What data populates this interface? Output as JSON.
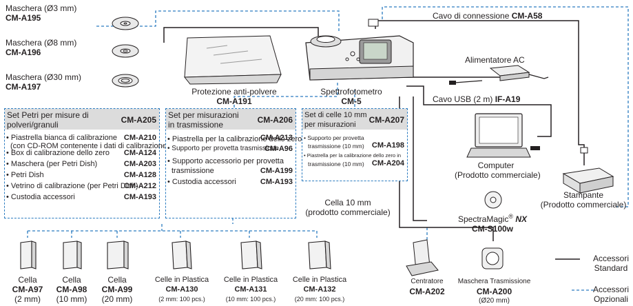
{
  "masks": [
    {
      "name": "Maschera (Ø3 mm)",
      "code": "CM-A195"
    },
    {
      "name": "Maschera (Ø8 mm)",
      "code": "CM-A196"
    },
    {
      "name": "Maschera (Ø30 mm)",
      "code": "CM-A197"
    }
  ],
  "dust_cover": {
    "name": "Protezione anti-polvere",
    "code": "CM-A191"
  },
  "instrument": {
    "name": "Spettrofotometro",
    "code": "CM-5"
  },
  "connection_cable": {
    "name": "Cavo di connessione",
    "code": "CM-A58"
  },
  "ac_adapter": {
    "name": "Alimentatore AC"
  },
  "usb_cable": {
    "name": "Cavo USB (2 m)",
    "code": "IF-A19"
  },
  "computer": {
    "name": "Computer",
    "note": "(Prodotto commerciale)"
  },
  "software": {
    "name": "SpectraMagic",
    "sup": "®",
    "suffix": "NX",
    "code": "CM-S100w"
  },
  "printer": {
    "name": "Stampante",
    "note": "(Prodotto commerciale)"
  },
  "petri_set": {
    "title_line1": "Set Petri per misure di",
    "title_line2": "polveri/granuli",
    "code": "CM-A205",
    "items": [
      {
        "label": "• Piastrella bianca di calibrazione",
        "code": "CM-A210",
        "note": "(con CD-ROM contenente i dati di calibrazione e le impostazioni del software)"
      },
      {
        "label": "• Box di calibrazione dello zero",
        "code": "CM-A124"
      },
      {
        "label": "• Maschera (per Petri Dish)",
        "code": "CM-A203"
      },
      {
        "label": "• Petri Dish",
        "code": "CM-A128"
      },
      {
        "label": "• Vetrino di calibrazione (per Petri Dish)",
        "code": "CM-A212"
      },
      {
        "label": "• Custodia accessori",
        "code": "CM-A193"
      }
    ]
  },
  "transmission_set": {
    "title_line1": "Set per misurazioni",
    "title_line2": "in trasmissione",
    "code": "CM-A206",
    "items": [
      {
        "label": "• Piastrella per la calibrazione dello zero in trasmissione",
        "code": "CM-A213"
      },
      {
        "label": "• Supporto per provetta trasmissione",
        "code": "CM-A96"
      },
      {
        "label": "• Supporto accessorio per provetta",
        "label2": "trasmissione",
        "code": "CM-A199"
      },
      {
        "label": "• Custodia accessori",
        "code": "CM-A193"
      }
    ]
  },
  "cell_set": {
    "title_line1": "Set di celle 10 mm",
    "title_line2": "per misurazioni",
    "code": "CM-A207",
    "items": [
      {
        "label": "• Supporto per provetta",
        "label2": "trasmissione (10 mm)",
        "code": "CM-A198"
      },
      {
        "label": "• Piastrella per la calibrazione dello zero in",
        "label2": "trasmissione (10 mm)",
        "code": "CM-A204"
      }
    ]
  },
  "cell_10mm": {
    "name": "Cella 10 mm",
    "note": "(prodotto commerciale)"
  },
  "cells": [
    {
      "name": "Cella",
      "code": "CM-A97",
      "size": "(2 mm)"
    },
    {
      "name": "Cella",
      "code": "CM-A98",
      "size": "(10 mm)"
    },
    {
      "name": "Cella",
      "code": "CM-A99",
      "size": "(20 mm)"
    },
    {
      "name": "Celle in Plastica",
      "code": "CM-A130",
      "size": "(2 mm: 100 pcs.)"
    },
    {
      "name": "Celle in Plastica",
      "code": "CM-A131",
      "size": "(10 mm: 100 pcs.)"
    },
    {
      "name": "Celle in Plastica",
      "code": "CM-A132",
      "size": "(20 mm: 100 pcs.)"
    }
  ],
  "centering": {
    "name": "Centratore",
    "code": "CM-A202"
  },
  "trans_mask": {
    "name": "Maschera Trasmissione",
    "code": "CM-A200",
    "size": "(Ø20 mm)"
  },
  "legend": {
    "standard_line1": "Accessori",
    "standard_line2": "Standard",
    "optional_line1": "Accessori",
    "optional_line2": "Opzionali"
  },
  "colors": {
    "standard_line": "#231f20",
    "optional_line": "#2a7bc0",
    "header_bg": "#dcdcdc"
  }
}
